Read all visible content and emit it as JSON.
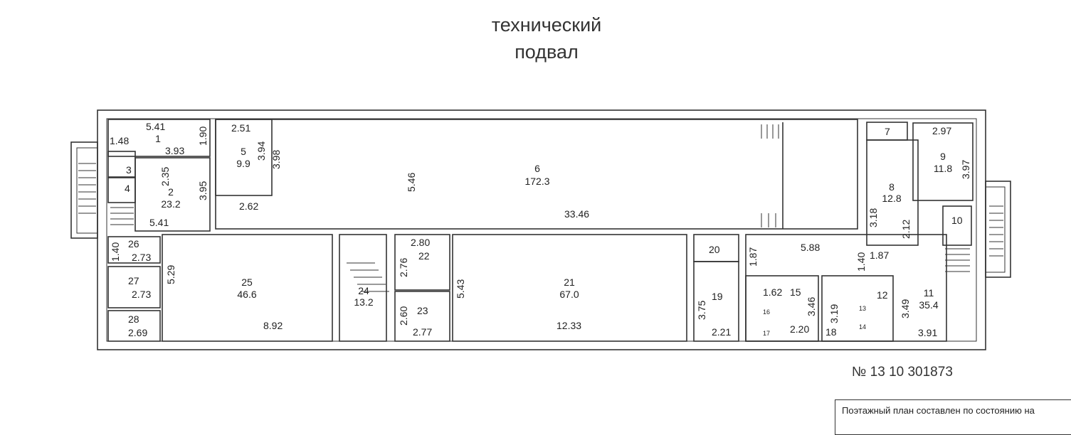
{
  "title": {
    "line1": "технический",
    "line2": "подвал"
  },
  "document_number": "№ 13 10 301873",
  "footer_note": "Поэтажный план составлен по состоянию на",
  "rooms": [
    {
      "no": "1"
    },
    {
      "no": "2",
      "area": "23.2"
    },
    {
      "no": "3"
    },
    {
      "no": "4"
    },
    {
      "no": "5",
      "area": "9.9"
    },
    {
      "no": "6",
      "area": "172.3"
    },
    {
      "no": "7"
    },
    {
      "no": "8",
      "area": "12.8"
    },
    {
      "no": "9",
      "area": "11.8"
    },
    {
      "no": "10"
    },
    {
      "no": "11",
      "area": "35.4"
    },
    {
      "no": "12"
    },
    {
      "no": "13"
    },
    {
      "no": "14"
    },
    {
      "no": "15"
    },
    {
      "no": "16"
    },
    {
      "no": "17"
    },
    {
      "no": "18"
    },
    {
      "no": "19"
    },
    {
      "no": "20"
    },
    {
      "no": "21",
      "area": "67.0"
    },
    {
      "no": "22"
    },
    {
      "no": "23"
    },
    {
      "no": "24",
      "area": "13.2"
    },
    {
      "no": "25",
      "area": "46.6"
    },
    {
      "no": "26"
    },
    {
      "no": "27"
    },
    {
      "no": "28"
    }
  ],
  "dims": [
    "5.41",
    "1.48",
    "3.93",
    "1.90",
    "2.35",
    "3.95",
    "5.41",
    "2.51",
    "3.94",
    "3.98",
    "2.62",
    "5.46",
    "33.46",
    "1.40",
    "2.73",
    "2.73",
    "2.69",
    "5.29",
    "8.92",
    "2.80",
    "2.76",
    "2.60",
    "2.77",
    "5.43",
    "12.33",
    "3.75",
    "2.21",
    "1.87",
    "5.88",
    "1.40",
    "1.87",
    "1.62",
    "3.46",
    "2.20",
    "3.19",
    "3.49",
    "3.91",
    "3.18",
    "2.12",
    "2.97",
    "3.97"
  ]
}
